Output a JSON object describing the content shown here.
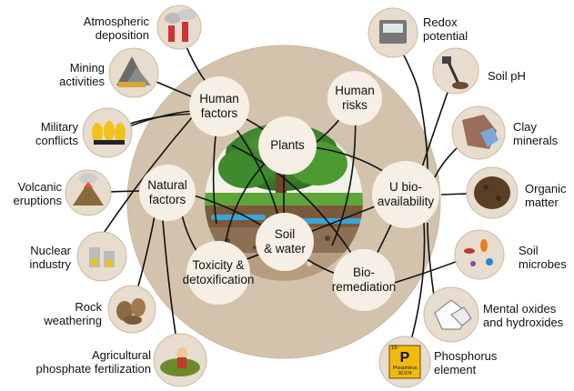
{
  "center": {
    "line1": "Soil",
    "line2": "& water"
  },
  "inner_nodes": {
    "human_factors": {
      "line1": "Human",
      "line2": "factors"
    },
    "human_risks": {
      "line1": "Human",
      "line2": "risks"
    },
    "plants": "Plants",
    "natural_factors": {
      "line1": "Natural",
      "line2": "factors"
    },
    "u_bioavailability": {
      "line1": "U bio-",
      "line2": "availability"
    },
    "toxicity": {
      "line1": "Toxicity &",
      "line2": "detoxification"
    },
    "bioremediation": {
      "line1": "Bio-",
      "line2": "remediation"
    }
  },
  "left_items": [
    {
      "line1": "Atmospheric",
      "line2": "deposition",
      "icon": "chimney-icon"
    },
    {
      "line1": "Mining",
      "line2": "activities",
      "icon": "mine-icon"
    },
    {
      "line1": "Military",
      "line2": "conflicts",
      "icon": "bomb-icon"
    },
    {
      "line1": "Volcanic",
      "line2": "eruptions",
      "icon": "volcano-icon"
    },
    {
      "line1": "Nuclear",
      "line2": "industry",
      "icon": "nuclear-plant-icon"
    },
    {
      "line1": "Rock",
      "line2": "weathering",
      "icon": "rock-icon"
    },
    {
      "line1": "Agricultural",
      "line2": "phosphate fertilization",
      "icon": "farmer-icon"
    }
  ],
  "right_items": [
    {
      "line1": "Redox",
      "line2": "potential",
      "icon": "meter-icon"
    },
    {
      "line1": "Soil pH",
      "line2": "",
      "icon": "ph-probe-icon"
    },
    {
      "line1": "Clay",
      "line2": "minerals",
      "icon": "clay-icon"
    },
    {
      "line1": "Organic",
      "line2": "matter",
      "icon": "organic-matter-icon"
    },
    {
      "line1": "Soil",
      "line2": "microbes",
      "icon": "microbes-icon"
    },
    {
      "line1": "Mental oxides",
      "line2": "and hydroxides",
      "icon": "oxide-icon"
    },
    {
      "line1": "Phosphorus",
      "line2": "element",
      "icon": "phosphorus-tile-icon"
    }
  ],
  "phosphorus_tile": {
    "number": "15",
    "symbol": "P",
    "name": "Phosphorus",
    "mass": "30.974"
  },
  "colors": {
    "ring": "#d4c3ac",
    "ring_edge": "#c8b79e",
    "node_fill": "#f6efe5",
    "line": "#111111"
  }
}
